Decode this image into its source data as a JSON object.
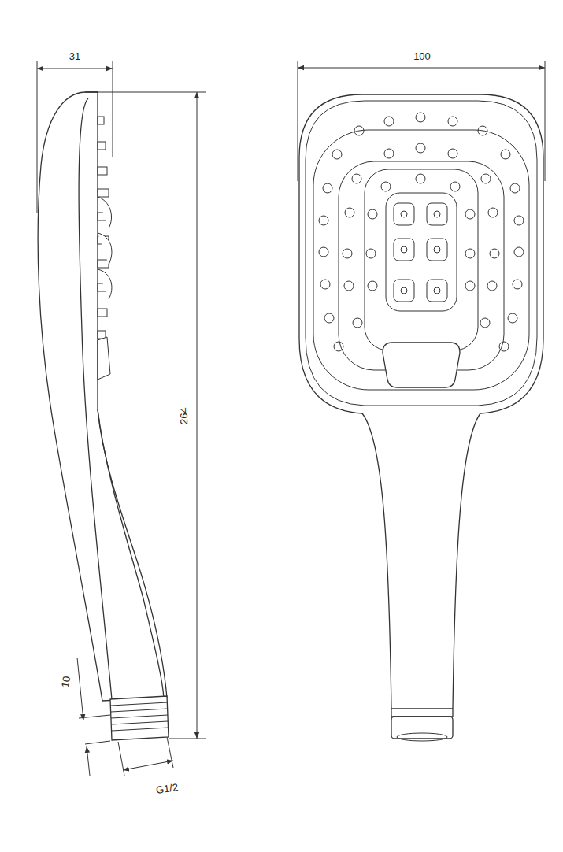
{
  "diagram": {
    "labels": [
      "31",
      "100",
      "264",
      "10",
      "G1/2"
    ]
  }
}
